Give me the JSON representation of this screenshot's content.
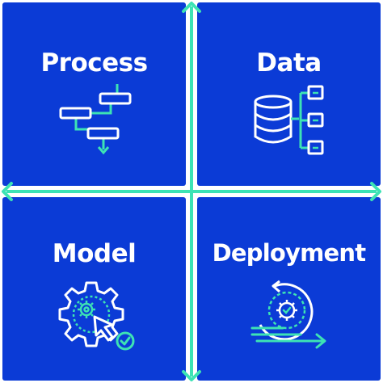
{
  "quadrants": {
    "top_left": {
      "label": "Process",
      "icon": "flowchart-icon"
    },
    "top_right": {
      "label": "Data",
      "icon": "database-icon"
    },
    "bottom_left": {
      "label": "Model",
      "icon": "gear-cursor-icon"
    },
    "bottom_right": {
      "label": "Deployment",
      "icon": "cycle-gear-icon"
    }
  },
  "colors": {
    "quadrant_fill": "#0b3bd6",
    "accent": "#3de3b4",
    "text": "#ffffff"
  }
}
